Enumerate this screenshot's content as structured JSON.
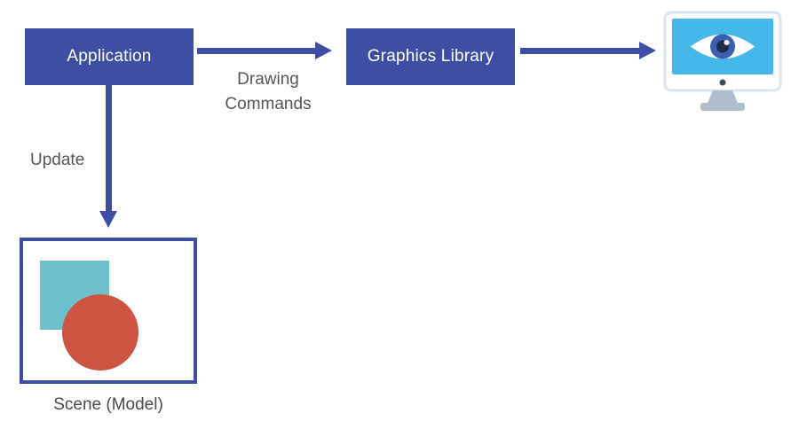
{
  "nodes": {
    "application": {
      "label": "Application"
    },
    "graphics_library": {
      "label": "Graphics Library"
    }
  },
  "edges": {
    "drawing_commands": {
      "label": "Drawing Commands"
    },
    "update": {
      "label": "Update"
    }
  },
  "scene": {
    "caption": "Scene (Model)",
    "shapes": [
      "teal-square",
      "red-circle"
    ]
  },
  "icons": {
    "display": "monitor-eye-icon"
  },
  "colors": {
    "primary_blue": "#3D4EA4",
    "label_gray": "#54565A",
    "teal": "#6FC0CD",
    "red": "#CD5441",
    "screen_blue": "#45B7E8",
    "iris_blue": "#3D5FB0",
    "pupil_navy": "#1C2B4A",
    "stand_gray": "#B0BECC",
    "monitor_border": "#DCE3EB"
  }
}
